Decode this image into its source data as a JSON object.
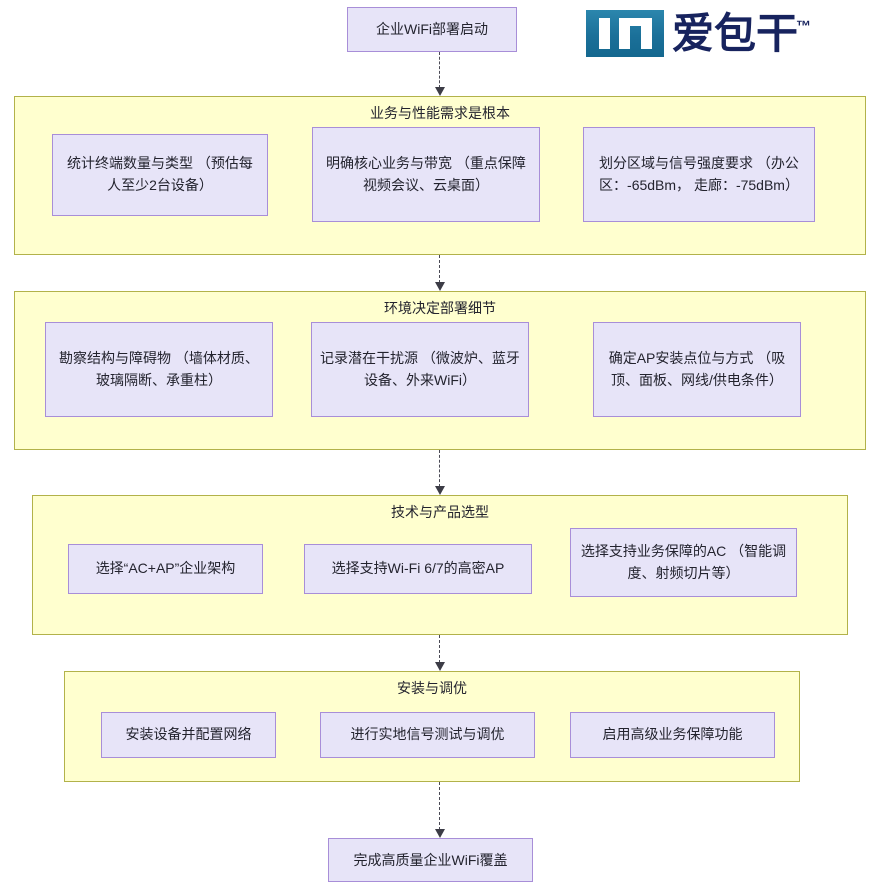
{
  "logo": {
    "mark_text": "IT",
    "brand_text": "爱包干",
    "trademark": "™",
    "mark_color": "#1b7099",
    "brand_color": "#17235e"
  },
  "flow": {
    "start_node": {
      "label": "企业WiFi部署启动"
    },
    "end_node": {
      "label": "完成高质量企业WiFi覆盖"
    },
    "stages": [
      {
        "title": "业务与性能需求是根本",
        "steps": [
          {
            "label": "统计终端数量与类型\n（预估每人至少2台设备）"
          },
          {
            "label": "明确核心业务与带宽\n（重点保障视频会议、云桌面）"
          },
          {
            "label": "划分区域与信号强度要求\n（办公区：-65dBm， 走廊：-75dBm）"
          }
        ]
      },
      {
        "title": "环境决定部署细节",
        "steps": [
          {
            "label": "勘察结构与障碍物\n（墙体材质、玻璃隔断、承重柱）"
          },
          {
            "label": "记录潜在干扰源\n（微波炉、蓝牙设备、外来WiFi）"
          },
          {
            "label": "确定AP安装点位与方式\n（吸顶、面板、网线/供电条件）"
          }
        ]
      },
      {
        "title": "技术与产品选型",
        "steps": [
          {
            "label": "选择“AC+AP”企业架构"
          },
          {
            "label": "选择支持Wi-Fi 6/7的高密AP"
          },
          {
            "label": "选择支持业务保障的AC\n（智能调度、射频切片等）"
          }
        ]
      },
      {
        "title": "安装与调优",
        "steps": [
          {
            "label": "安装设备并配置网络"
          },
          {
            "label": "进行实地信号测试与调优"
          },
          {
            "label": "启用高级业务保障功能"
          }
        ]
      }
    ],
    "connectors": [
      {
        "name": "start-to-stage-1"
      },
      {
        "name": "stage-1-to-stage-2"
      },
      {
        "name": "stage-2-to-stage-3"
      },
      {
        "name": "stage-3-to-stage-4"
      },
      {
        "name": "stage-4-to-end"
      }
    ]
  },
  "colors": {
    "stage_fill": "#ffffcf",
    "stage_border": "#b2b24a",
    "step_fill": "#e7e4f8",
    "step_border": "#a88ed8",
    "connector": "#3c3c46",
    "text": "#23232e"
  }
}
